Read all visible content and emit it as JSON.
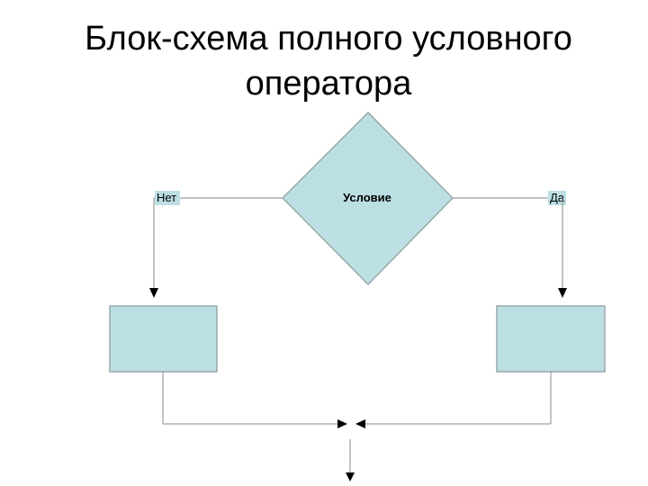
{
  "title": {
    "line1": "Блок-схема полного условного",
    "line2": "оператора"
  },
  "diagram": {
    "condition_label": "Условие",
    "no_label": "Нет",
    "yes_label": "Да"
  },
  "colors": {
    "shape_fill": "#bcdfe3",
    "shape_stroke": "#9aa9ab",
    "line": "#8a8a8a",
    "label_bg": "#bcdfe3"
  }
}
